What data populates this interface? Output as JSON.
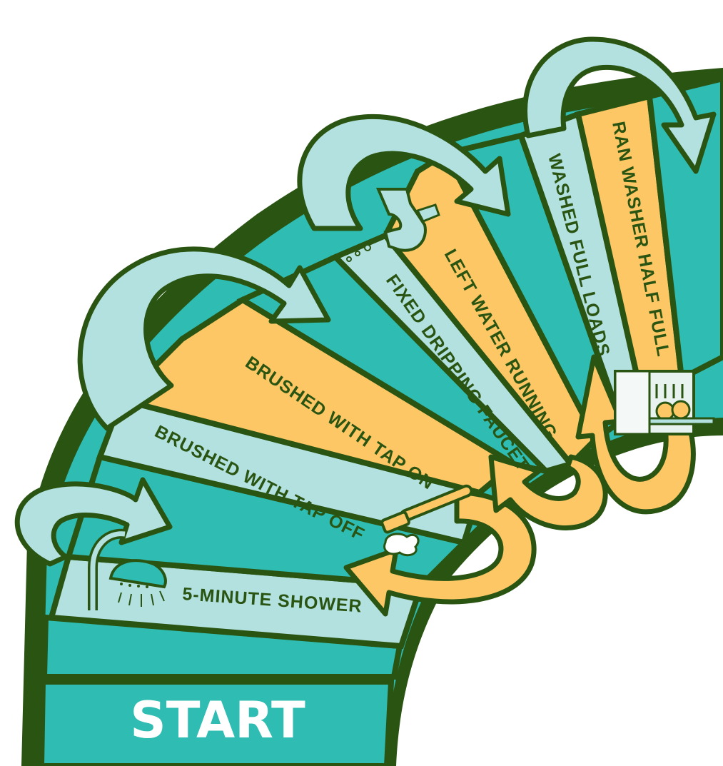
{
  "board": {
    "start_label": "START",
    "colors": {
      "outline": "#2a5412",
      "teal": "#2fbcb3",
      "light": "#b3e1e0",
      "orange": "#fdc765",
      "label_text": "#2a5412",
      "start_text": "#ffffff"
    },
    "steps": [
      {
        "label": "5-MINUTE SHOWER",
        "tone": "light",
        "icon": "shower-icon"
      },
      {
        "label": "BRUSHED WITH TAP OFF",
        "tone": "light",
        "icon": "toothbrush-icon"
      },
      {
        "label": "BRUSHED WITH TAP ON",
        "tone": "orange",
        "icon": ""
      },
      {
        "label": "FIXED DRIPPING FAUCET",
        "tone": "light",
        "icon": "faucet-icon"
      },
      {
        "label": "LEFT WATER RUNNING",
        "tone": "orange",
        "icon": ""
      },
      {
        "label": "WASHED FULL LOADS",
        "tone": "light",
        "icon": ""
      },
      {
        "label": "RAN WASHER HALF FULL",
        "tone": "orange",
        "icon": "dishwasher-icon"
      }
    ]
  }
}
